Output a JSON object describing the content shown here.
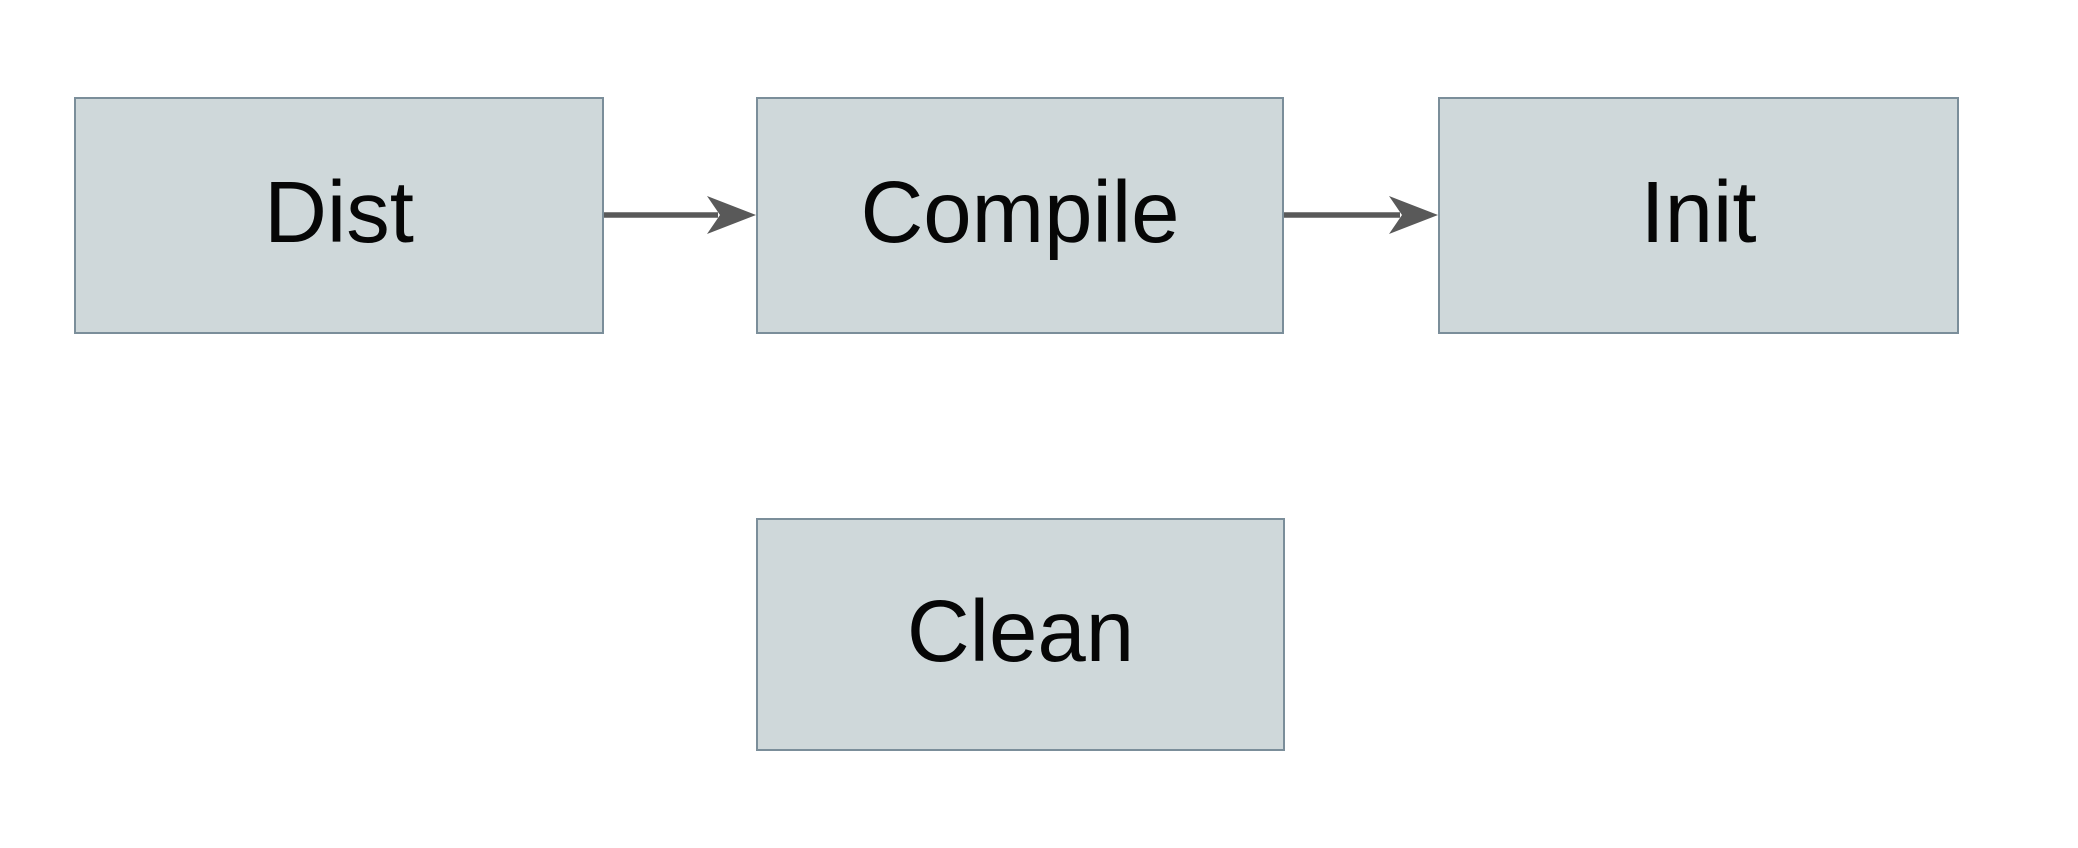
{
  "diagram": {
    "title": "build-tasks-flowchart",
    "nodes": [
      {
        "id": "dist",
        "label": "Dist"
      },
      {
        "id": "compile",
        "label": "Compile"
      },
      {
        "id": "init",
        "label": "Init"
      },
      {
        "id": "clean",
        "label": "Clean"
      }
    ],
    "edges": [
      {
        "from": "dist",
        "to": "compile",
        "direction": "right"
      },
      {
        "from": "compile",
        "to": "init",
        "direction": "right"
      }
    ],
    "colors": {
      "canvas_background": "#ffffff",
      "node_fill": "#cfd8da",
      "node_border": "#7b8e9a",
      "arrow": "#595959",
      "text": "#060606"
    }
  }
}
